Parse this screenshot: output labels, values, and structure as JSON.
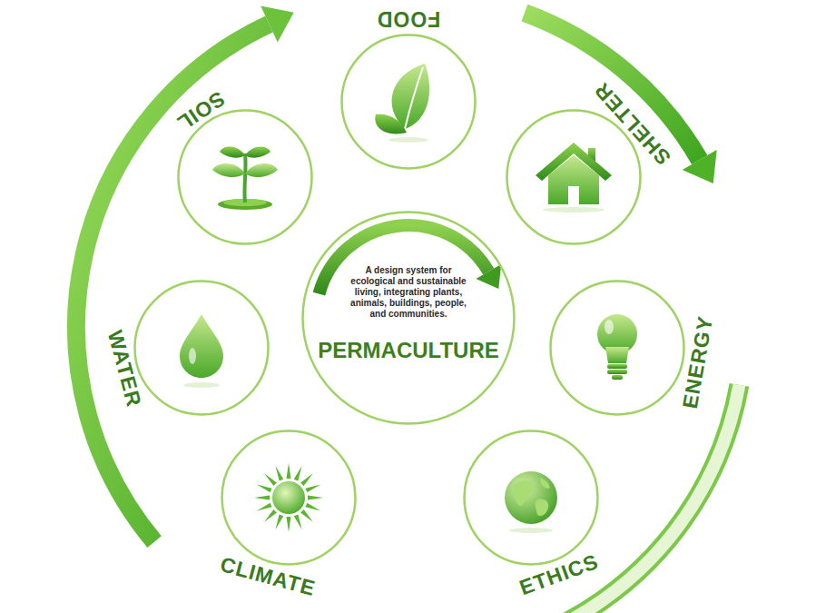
{
  "diagram": {
    "nodes": [
      {
        "text": [
          "FOOD"
        ]
      },
      {
        "text": [
          "SHELTER"
        ]
      },
      {
        "text": [
          "ENERGY"
        ]
      },
      {
        "text": [
          "ETHICS"
        ]
      },
      {
        "text": [
          "CLIMATE"
        ]
      },
      {
        "text": [
          "WATER"
        ]
      },
      {
        "text": [
          "SOIL"
        ]
      },
      {
        "text": [
          "PERMACULTURE",
          "A design system for ecological and sustainable living, integrating plants, animals, buildings, people, and communities."
        ]
      }
    ]
  }
}
